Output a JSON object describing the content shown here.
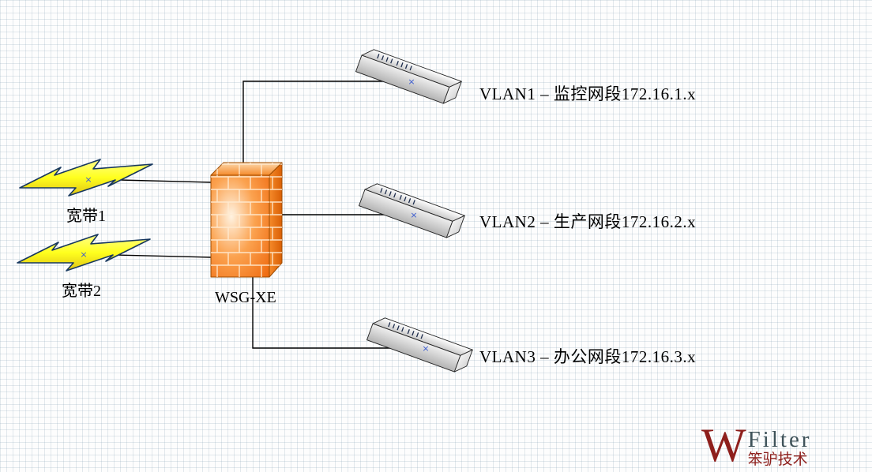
{
  "nodes": {
    "broadband1": "宽带1",
    "broadband2": "宽带2",
    "firewall": "WSG-XE"
  },
  "vlans": [
    "VLAN1 – 监控网段172.16.1.x",
    "VLAN2 – 生产网段172.16.2.x",
    "VLAN3 – 办公网段172.16.3.x"
  ],
  "logo": {
    "initial": "W",
    "name": "Filter",
    "subtitle": "笨驴技术"
  },
  "icons": {
    "connector": "×"
  },
  "colors": {
    "bolt_fill": "#ffff33",
    "bolt_stroke": "#17375e",
    "firewall_orange": "#f0720e",
    "connector_blue": "#3b5bd0",
    "line_black": "#000000",
    "logo_maroon": "#8e1f1c",
    "logo_gray": "#3f5259"
  }
}
